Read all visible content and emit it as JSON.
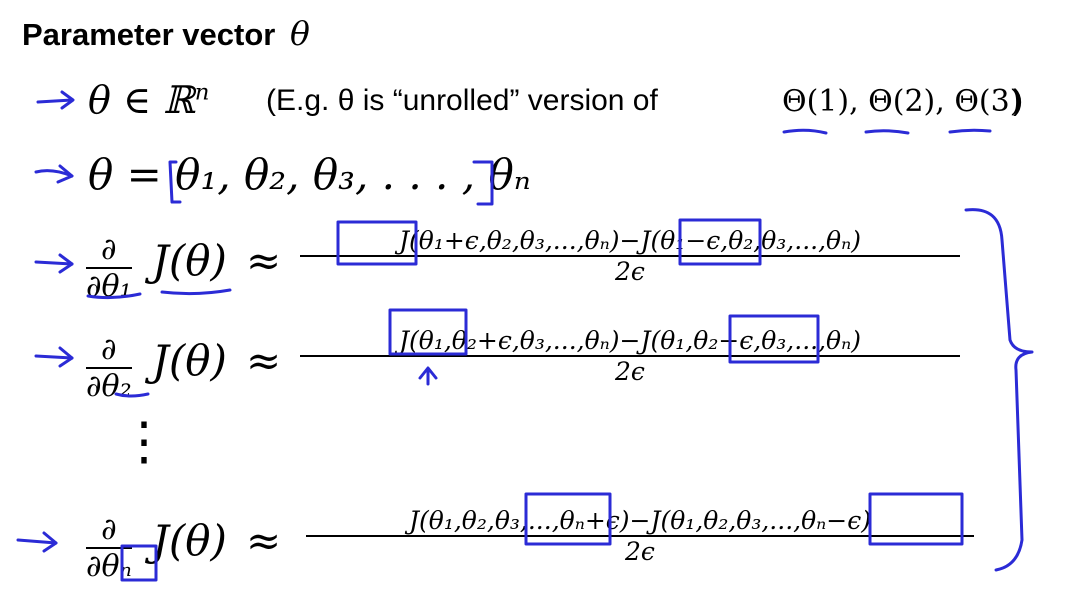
{
  "title": {
    "text": "Parameter vector",
    "symbol": "θ"
  },
  "line1": {
    "math": "θ ∈ ℝ",
    "math_sup": "n",
    "note": "(E.g.  θ is “unrolled” version of  ",
    "thetas": "Θ(1), Θ(2), Θ(3)",
    "close": ")"
  },
  "line2": {
    "math": "θ = θ₁, θ₂, θ₃, . . . , θₙ"
  },
  "deriv1": {
    "lhs_num": "∂",
    "lhs_den": "∂θ₁",
    "lhs_fn": "J(θ)",
    "approx": "≈",
    "num": "J(θ₁+ϵ,θ₂,θ₃,...,θₙ)−J(θ₁−ϵ,θ₂,θ₃,...,θₙ)",
    "den": "2ϵ"
  },
  "deriv2": {
    "lhs_num": "∂",
    "lhs_den": "∂θ₂",
    "lhs_fn": "J(θ)",
    "approx": "≈",
    "num": "J(θ₁,θ₂+ϵ,θ₃,...,θₙ)−J(θ₁,θ₂−ϵ,θ₃,...,θₙ)",
    "den": "2ϵ"
  },
  "vdots": "⋮",
  "derivn": {
    "lhs_num": "∂",
    "lhs_den": "∂θₙ",
    "lhs_fn": "J(θ)",
    "approx": "≈",
    "num": "J(θ₁,θ₂,θ₃,...,θₙ+ϵ)−J(θ₁,θ₂,θ₃,...,θₙ−ϵ)",
    "den": "2ϵ"
  },
  "colors": {
    "ink": "#2b2bd6",
    "text": "#000000"
  },
  "icons": [
    "arrow-right-icon",
    "bracket-icon",
    "curly-brace-icon",
    "up-arrow-icon"
  ]
}
